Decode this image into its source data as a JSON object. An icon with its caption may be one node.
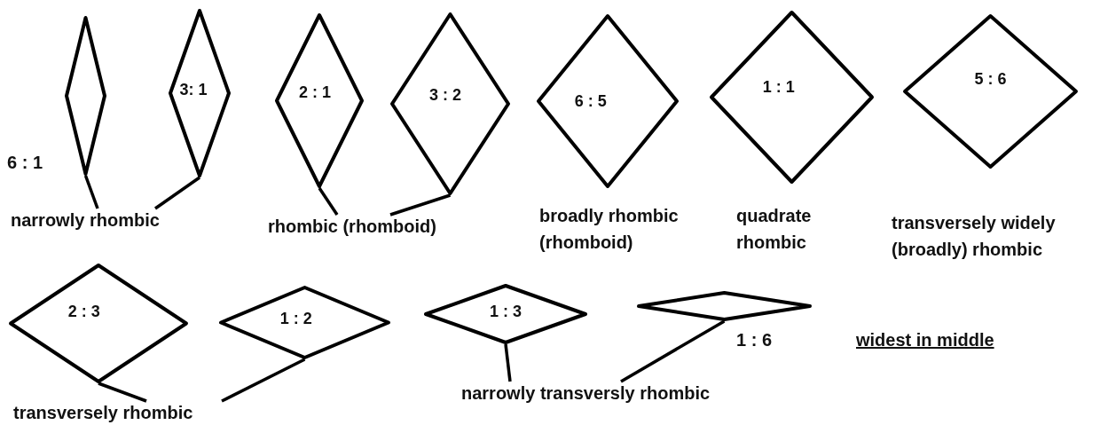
{
  "diagram": {
    "nodes": [
      {
        "text": [],
        "shape": "diamond",
        "beside": [
          "6 : 1"
        ]
      },
      {
        "text": [
          "3: 1"
        ]
      },
      {
        "text": [
          "narrowly rhombic"
        ]
      },
      {
        "text": [
          "2 : 1"
        ]
      },
      {
        "text": [
          "3 : 2"
        ]
      },
      {
        "text": [
          "rhombic (rhomboid)"
        ]
      },
      {
        "text": [
          "6 : 5"
        ],
        "beside": [
          "broadly rhombic (rhomboid)"
        ]
      },
      {
        "text": [
          "1 : 1"
        ],
        "beside": [
          "quadrate rhombic"
        ]
      },
      {
        "text": [
          "5 : 6"
        ],
        "beside": [
          "transversely widely (broadly) rhombic"
        ]
      },
      {
        "text": [
          "2 : 3"
        ]
      },
      {
        "text": [
          "1 : 2"
        ]
      },
      {
        "text": [
          "transversely rhombic"
        ]
      },
      {
        "text": [
          "1 : 3"
        ]
      },
      {
        "text": [],
        "shape": "diamond",
        "beside": [
          "1 : 6"
        ]
      },
      {
        "text": [
          "narrowly transversly rhombic"
        ]
      }
    ],
    "edges": [
      {
        "from": 2,
        "to": 0,
        "arrow": "none"
      },
      {
        "from": 2,
        "to": 1,
        "arrow": "none"
      },
      {
        "from": 5,
        "to": 3,
        "arrow": "none"
      },
      {
        "from": 5,
        "to": 4,
        "arrow": "none"
      },
      {
        "from": 11,
        "to": 9,
        "arrow": "none"
      },
      {
        "from": 11,
        "to": 10,
        "arrow": "none"
      },
      {
        "from": 14,
        "to": 12,
        "arrow": "none"
      },
      {
        "from": 14,
        "to": 13,
        "arrow": "none"
      }
    ],
    "labels": [
      "widest in middle"
    ]
  }
}
